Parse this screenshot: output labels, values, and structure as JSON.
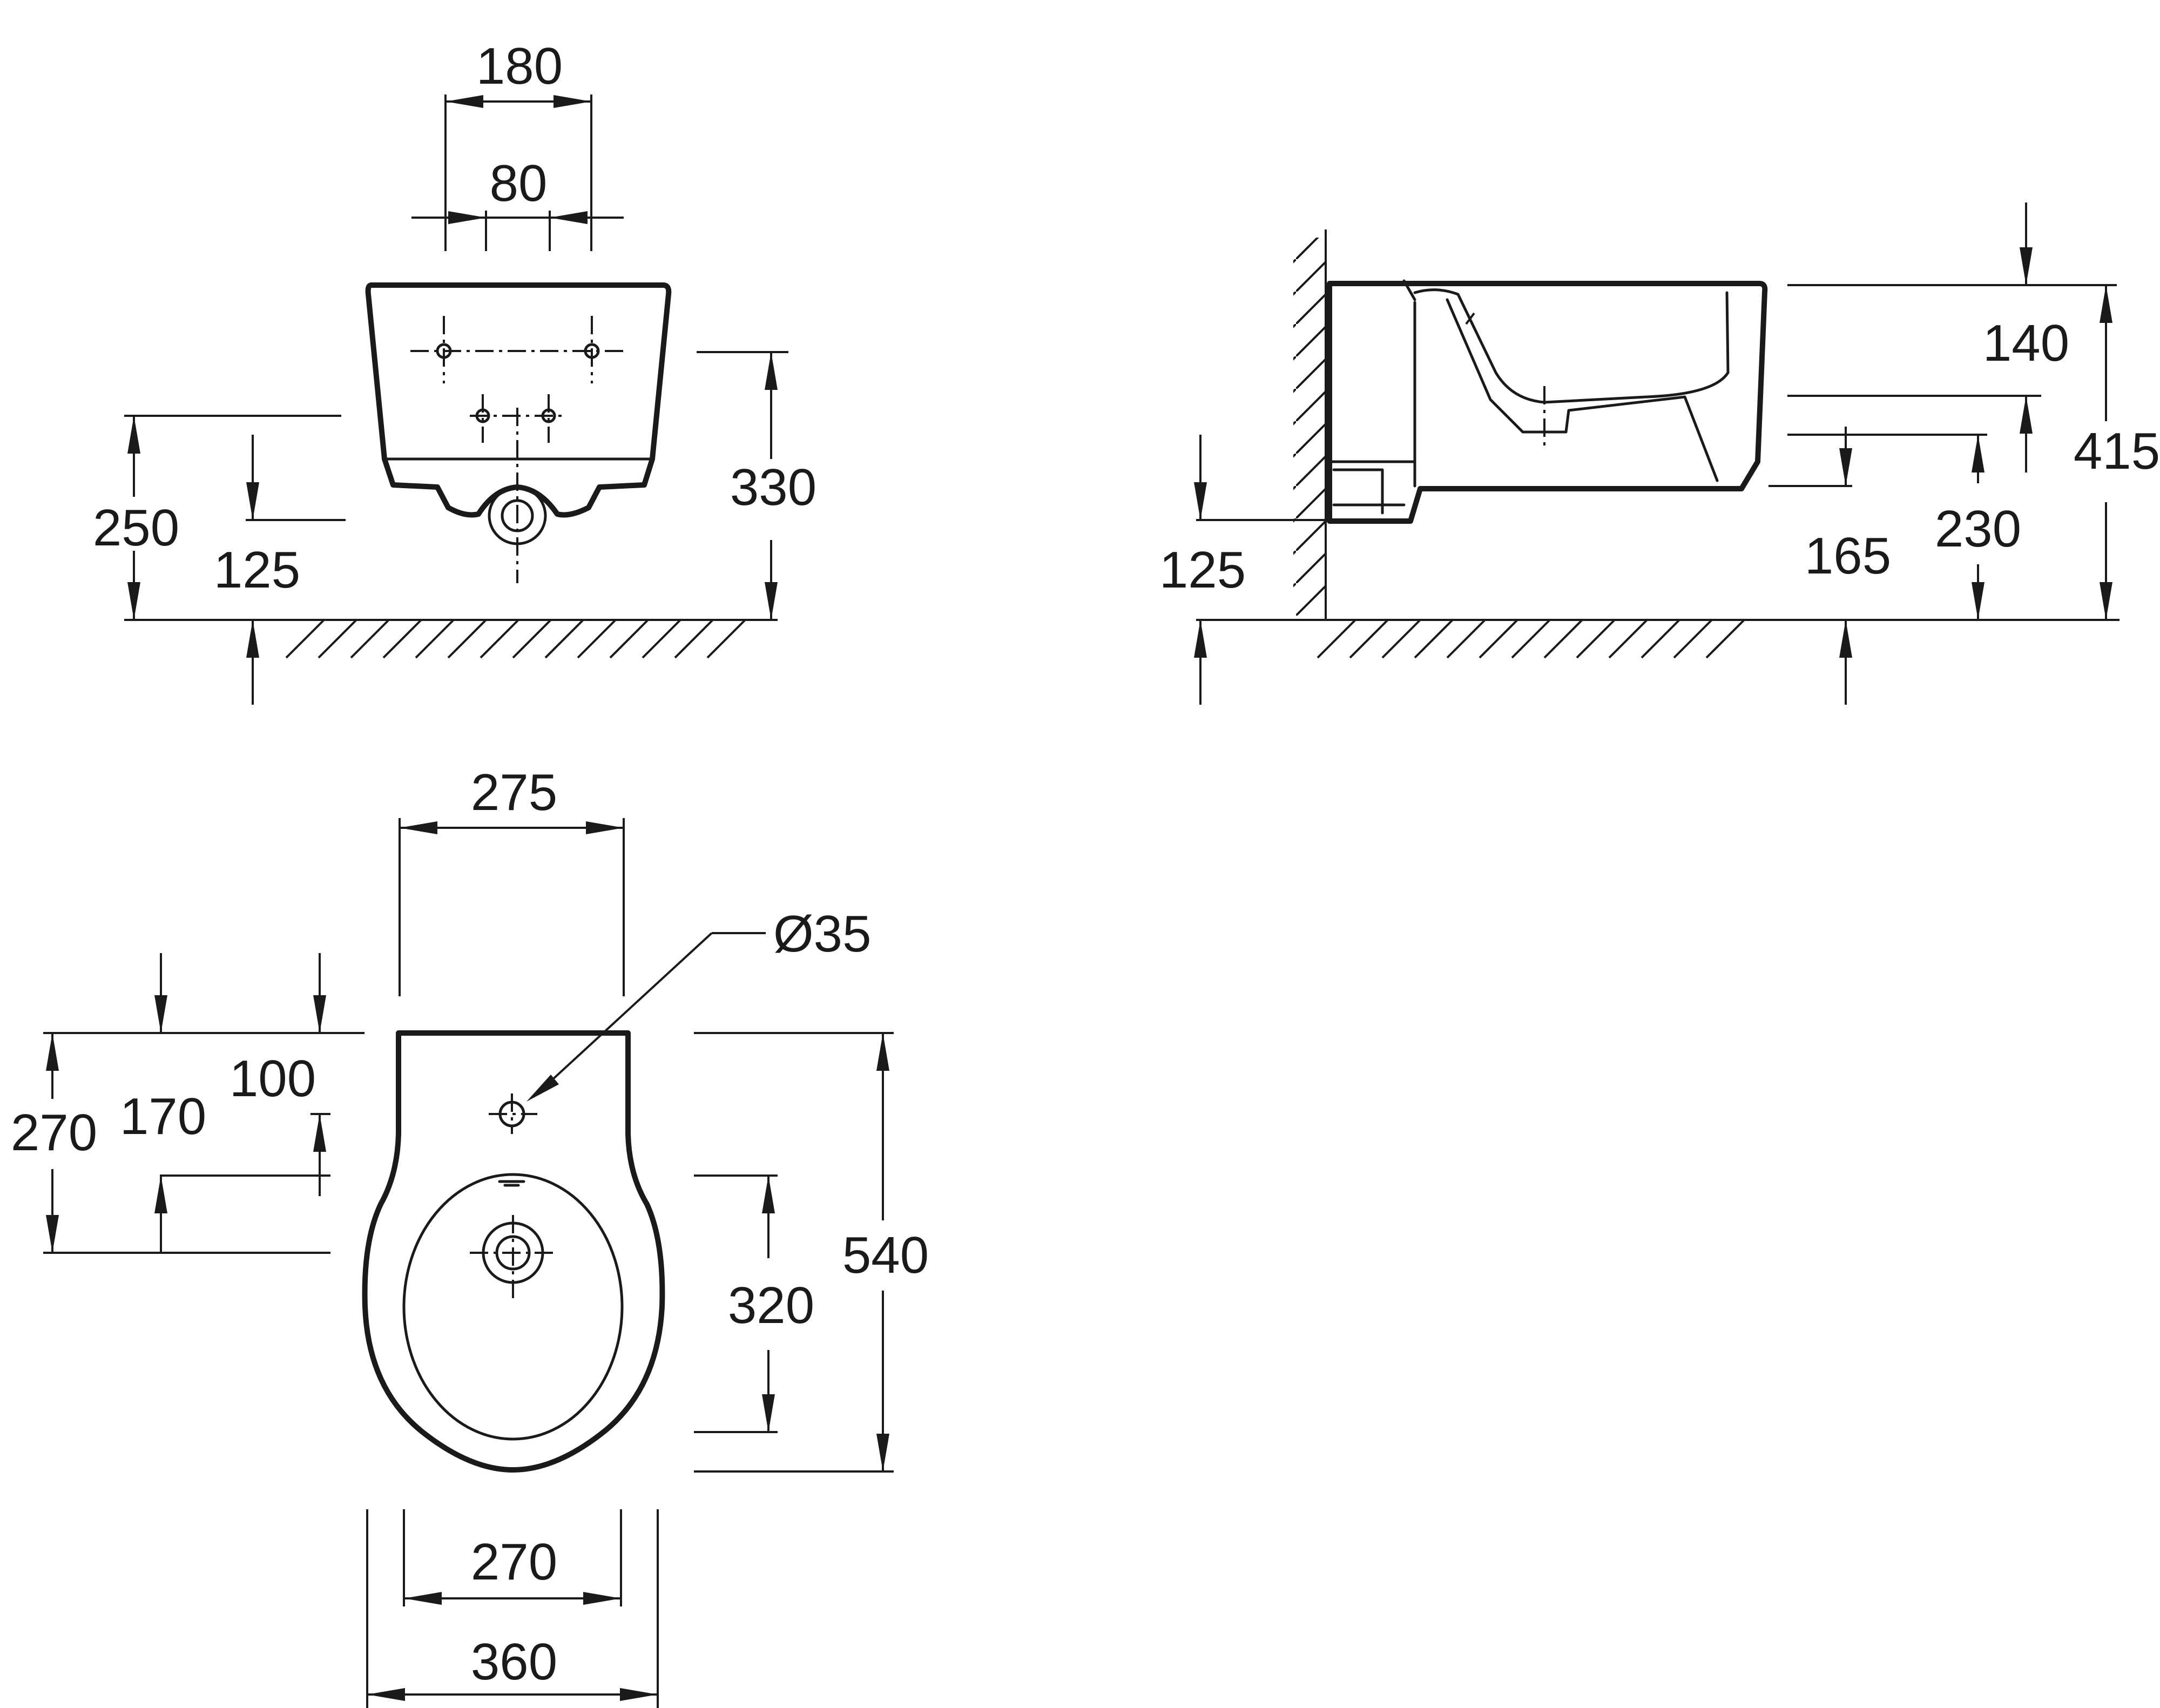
{
  "views": {
    "front": {
      "width_outer": "180",
      "width_inner": "80",
      "height_total": "330",
      "height_upper": "250",
      "height_lower": "125"
    },
    "side": {
      "top_depth": "140",
      "total_height": "415",
      "mid_height": "230",
      "rim_height": "165",
      "wall_height": "125"
    },
    "top": {
      "width_top": "275",
      "hole_diameter": "Ø35",
      "offset_270": "270",
      "offset_170": "170",
      "offset_100": "100",
      "bowl_length": "320",
      "total_length": "540",
      "width_inner": "270",
      "width_outer": "360"
    }
  },
  "colors": {
    "line": "#1a1a1a",
    "background": "#ffffff"
  }
}
